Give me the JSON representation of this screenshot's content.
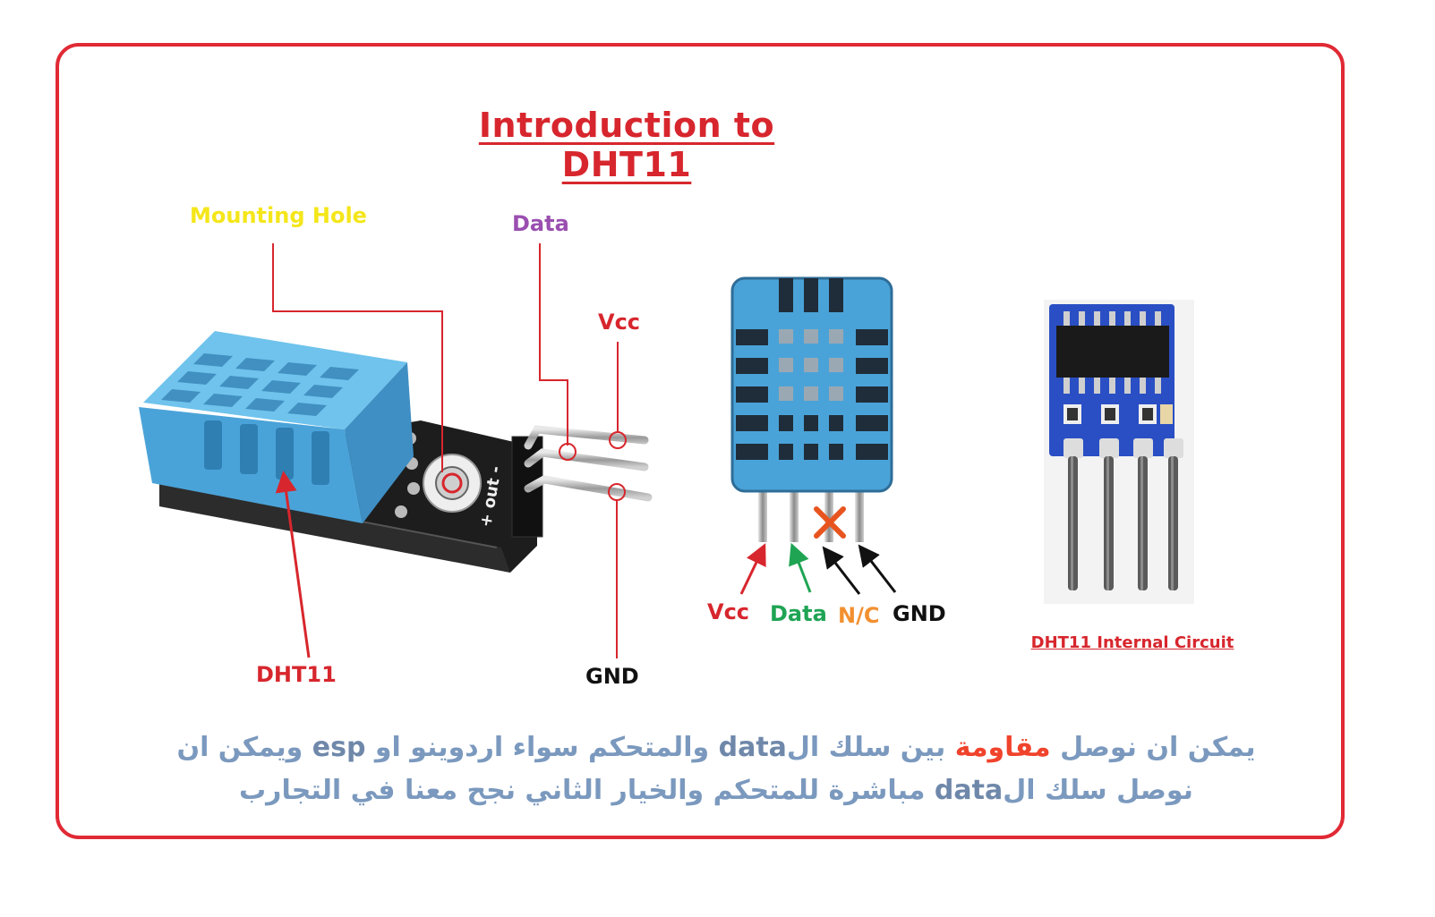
{
  "title": "Introduction to DHT11",
  "module_labels": {
    "mounting_hole": "Mounting Hole",
    "data": "Data",
    "vcc": "Vcc",
    "gnd": "GND",
    "dht11": "DHT11",
    "pcb_silk": "+ out -"
  },
  "pinout_labels": {
    "vcc": "Vcc",
    "data": "Data",
    "nc": "N/C",
    "gnd": "GND"
  },
  "internal": {
    "caption": "DHT11 Internal Circuit"
  },
  "arabic": {
    "line1_a": "يمكن ان نوصل",
    "line1_hl": "مقاومة",
    "line1_b": "بين سلك ال",
    "line1_data": "data",
    "line1_c": "والمتحكم سواء اردوينو او",
    "line1_esp": "esp",
    "line1_d": "ويمكن ان",
    "line2_a": "نوصل سلك ال",
    "line2_data": "data",
    "line2_b": "مباشرة للمتحكم والخيار الثاني نجح معنا في التجارب"
  },
  "colors": {
    "frame": "#e02a35",
    "title": "#d7262d",
    "sensor_blue": "#4aa3d8",
    "mounting_label": "#f4e61a",
    "data_label": "#9a4fb0",
    "vcc_label": "#d7262d",
    "pin_data_label": "#1fa454",
    "pin_nc_label": "#f29030",
    "arabic_text": "#7b99be",
    "arabic_highlight": "#f0432c"
  }
}
